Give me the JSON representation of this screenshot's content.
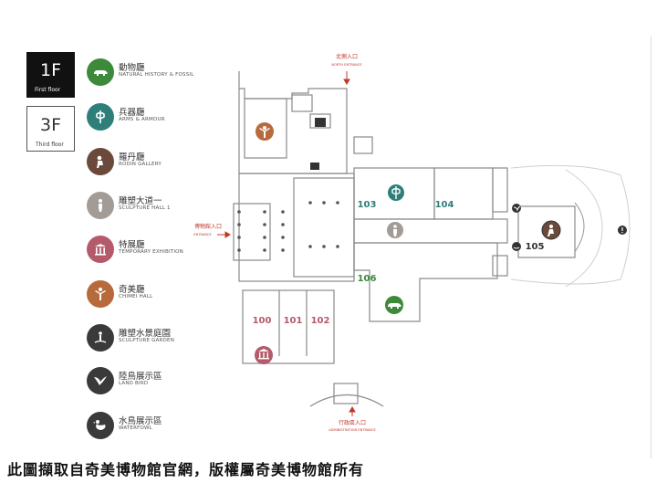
{
  "floors": [
    {
      "num": "1F",
      "caption": "First floor",
      "selected": true
    },
    {
      "num": "3F",
      "caption": "Third floor",
      "selected": false
    }
  ],
  "legend": [
    {
      "zh": "動物廳",
      "en": "NATURAL HISTORY & FOSSIL",
      "icon": "bear-icon",
      "color": "#3d8a3a"
    },
    {
      "zh": "兵器廳",
      "en": "ARMS & ARMOUR",
      "icon": "armour-icon",
      "color": "#2e7f7a"
    },
    {
      "zh": "羅丹廳",
      "en": "RODIN GALLERY",
      "icon": "thinker-icon",
      "color": "#6b4a3c"
    },
    {
      "zh": "雕塑大道一",
      "en": "SCULPTURE HALL 1",
      "icon": "statue-icon",
      "color": "#a39b96"
    },
    {
      "zh": "特展廳",
      "en": "TEMPORARY EXHIBITION",
      "icon": "temple-icon",
      "color": "#b55a6a"
    },
    {
      "zh": "奇美廳",
      "en": "CHIMEI HALL",
      "icon": "figure-icon",
      "color": "#b76a3c"
    },
    {
      "zh": "雕塑水景庭園",
      "en": "SCULPTURE GARDEN",
      "icon": "fountain-icon",
      "color": "#3a3a3a"
    },
    {
      "zh": "陸鳥展示區",
      "en": "LAND BIRD",
      "icon": "bird-icon",
      "color": "#3a3a3a"
    },
    {
      "zh": "水鳥展示區",
      "en": "WATERFOWL",
      "icon": "duck-icon",
      "color": "#3a3a3a"
    }
  ],
  "entrances": {
    "north_zh": "北側入口",
    "north_en": "NORTH ENTRANCE",
    "museum_zh": "博物館入口",
    "museum_en": "ENTRANCE",
    "admin_zh": "行政區入口",
    "admin_en": "ADMINISTRATION ENTRANCE"
  },
  "rooms": {
    "r100": "100",
    "r101": "101",
    "r102": "102",
    "r103": "103",
    "r104": "104",
    "r105": "105",
    "r106": "106"
  },
  "colors": {
    "room_temp": "#b55a6a",
    "room_arms": "#2e7f7a",
    "room_nat": "#3d8a3a",
    "room_other": "#333333",
    "entrance_red": "#c0392b"
  },
  "caption": "此圖擷取自奇美博物館官網，版權屬奇美博物館所有"
}
